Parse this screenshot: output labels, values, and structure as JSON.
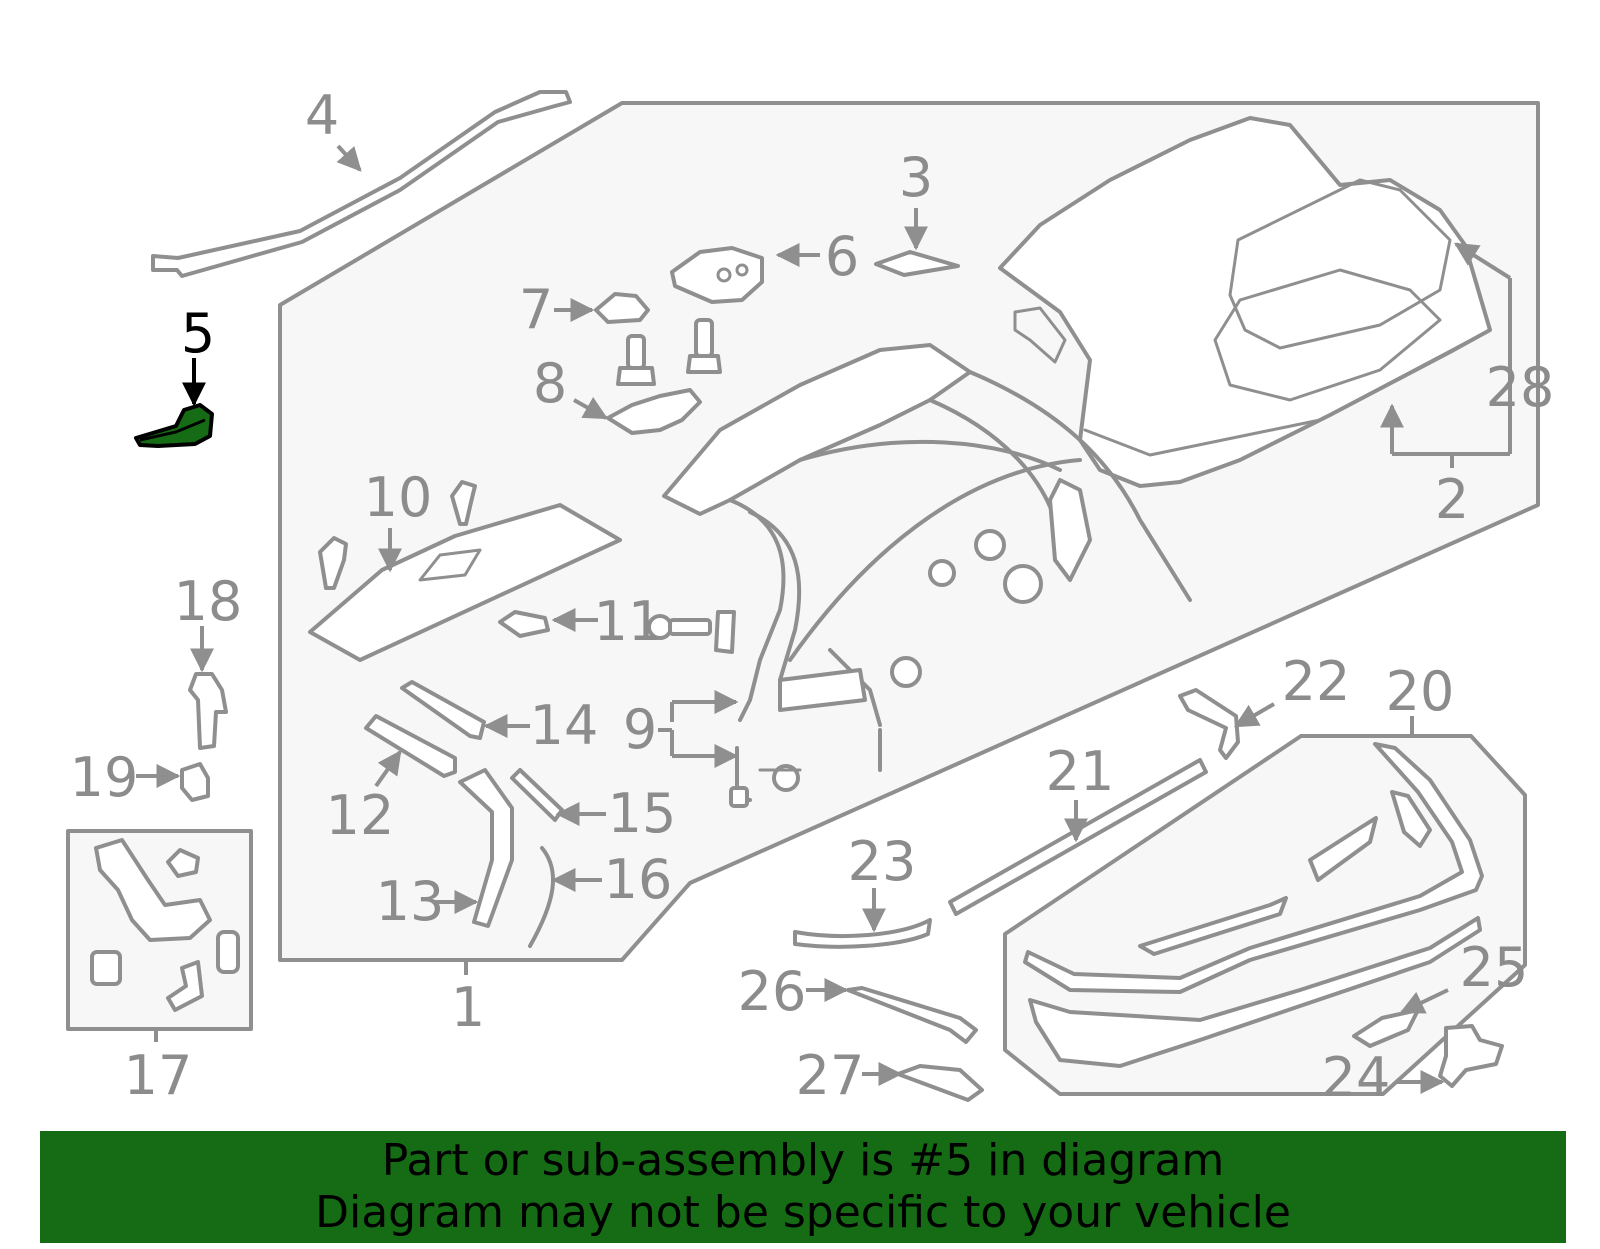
{
  "diagram": {
    "highlighted_part": "5",
    "highlight_color": "#156c15",
    "callouts": [
      "1",
      "2",
      "3",
      "4",
      "5",
      "6",
      "7",
      "8",
      "9",
      "10",
      "11",
      "12",
      "13",
      "14",
      "15",
      "16",
      "17",
      "18",
      "19",
      "20",
      "21",
      "22",
      "23",
      "24",
      "25",
      "26",
      "27",
      "28"
    ]
  },
  "banner": {
    "line1": "Part or sub-assembly is #5 in diagram",
    "line2": "Diagram may not be specific to your vehicle",
    "background": "#156c15"
  }
}
